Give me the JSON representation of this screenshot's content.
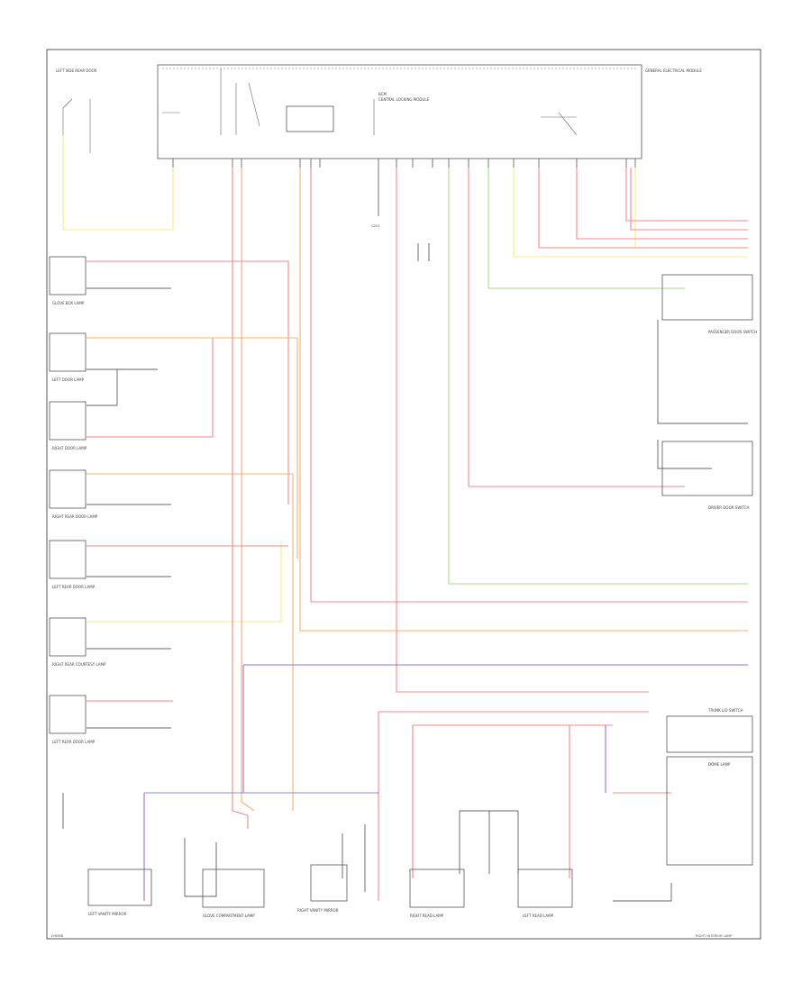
{
  "diagram": {
    "colors": {
      "yellow": "#f2ee8a",
      "red": "#f08a8a",
      "orange": "#f5b070",
      "green": "#a8dc80",
      "purple": "#9a70c8",
      "blue": "#8a8ae8",
      "black": "#333333"
    },
    "footer_left": "1985NB",
    "footer_right": "RIGHT INTERIOR LAMP",
    "headers": {
      "top_left_comp": "LEFT SIDE REAR DOOR",
      "bcm": "BCM",
      "bcm_sub": "CENTRAL LOCKING MODULE",
      "general_module": "GENERAL ELECTRICAL MODULE"
    },
    "left_components": [
      "GLOVE BOX LAMP",
      "LEFT DOOR LAMP",
      "RIGHT DOOR LAMP",
      "RIGHT REAR DOOR LAMP",
      "LEFT REAR DOOR LAMP",
      "RIGHT REAR COURTESY LAMP",
      "LEFT REAR DOOR LAMP"
    ],
    "bottom_components": [
      "LEFT VANITY MIRROR",
      "GLOVE COMPARTMENT LAMP",
      "RIGHT VANITY MIRROR",
      "RIGHT READ LAMP",
      "LEFT READ LAMP"
    ],
    "right_components": [
      "PASSENGER DOOR SWITCH",
      "DRIVER DOOR SWITCH",
      "TRUNK LID SWITCH",
      "DOME LAMP"
    ],
    "ground": "G201"
  }
}
